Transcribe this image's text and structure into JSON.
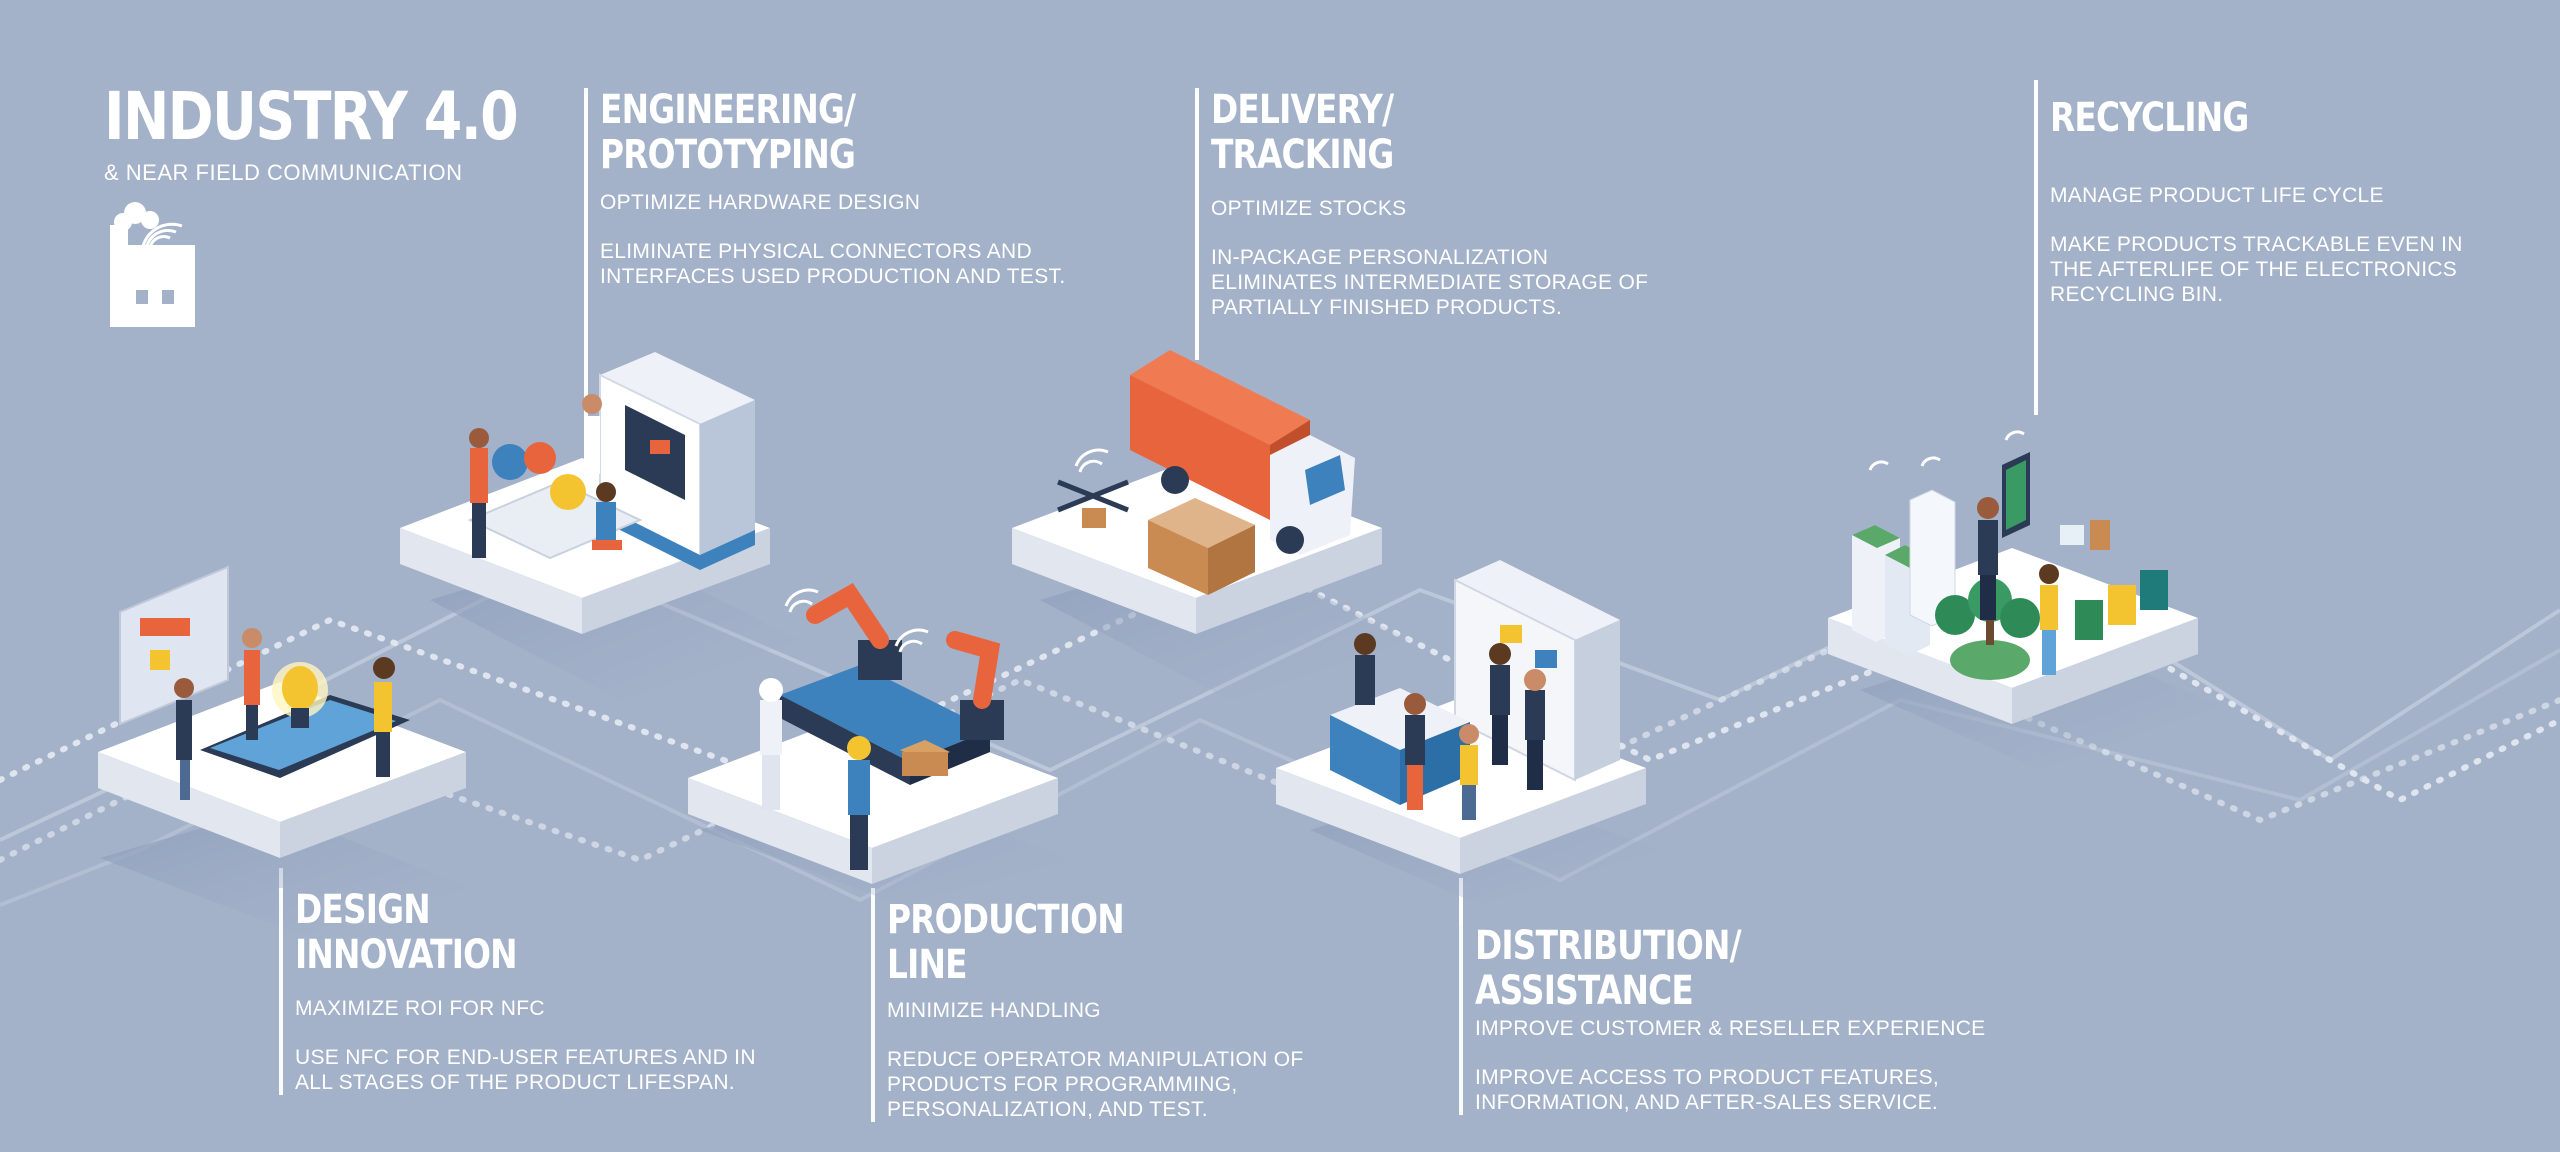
{
  "header": {
    "title": "INDUSTRY 4.0",
    "subtitle": "& NEAR FIELD COMMUNICATION",
    "icon": "factory-wireless-icon"
  },
  "stages": {
    "design": {
      "title_1": "DESIGN",
      "title_2": "INNOVATION",
      "point_1": "MAXIMIZE ROI FOR NFC",
      "point_2_line_1": "USE NFC FOR END-USER FEATURES AND IN",
      "point_2_line_2": "ALL STAGES OF THE PRODUCT LIFESPAN."
    },
    "engineering": {
      "title_1": "ENGINEERING/",
      "title_2": "PROTOTYPING",
      "point_1": "OPTIMIZE HARDWARE DESIGN",
      "point_2_line_1": "ELIMINATE PHYSICAL CONNECTORS AND",
      "point_2_line_2": "INTERFACES USED PRODUCTION AND TEST."
    },
    "production": {
      "title_1": "PRODUCTION",
      "title_2": "LINE",
      "point_1": "MINIMIZE HANDLING",
      "point_2_line_1": "REDUCE OPERATOR MANIPULATION OF",
      "point_2_line_2": "PRODUCTS FOR PROGRAMMING,",
      "point_2_line_3": "PERSONALIZATION, AND TEST."
    },
    "delivery": {
      "title_1": "DELIVERY/",
      "title_2": "TRACKING",
      "point_1": "OPTIMIZE STOCKS",
      "point_2_line_1": "IN-PACKAGE PERSONALIZATION",
      "point_2_line_2": "ELIMINATES INTERMEDIATE STORAGE OF",
      "point_2_line_3": "PARTIALLY FINISHED PRODUCTS."
    },
    "distribution": {
      "title_1": "DISTRIBUTION/",
      "title_2": "ASSISTANCE",
      "point_1": "IMPROVE CUSTOMER & RESELLER EXPERIENCE",
      "point_2_line_1": "IMPROVE ACCESS TO PRODUCT FEATURES,",
      "point_2_line_2": "INFORMATION, AND AFTER-SALES SERVICE."
    },
    "recycling": {
      "title_1": "RECYCLING",
      "point_1": "MANAGE PRODUCT LIFE CYCLE",
      "point_2_line_1": "MAKE PRODUCTS TRACKABLE EVEN IN",
      "point_2_line_2": "THE AFTERLIFE OF THE ELECTRONICS",
      "point_2_line_3": "RECYCLING BIN."
    }
  },
  "colors": {
    "background": "#a3b1c9",
    "platform": "#ffffff",
    "accent_orange": "#e8643c",
    "accent_blue": "#3d82bd",
    "accent_yellow": "#f4c430",
    "accent_green": "#2e8b57",
    "navy": "#2b3a55"
  }
}
